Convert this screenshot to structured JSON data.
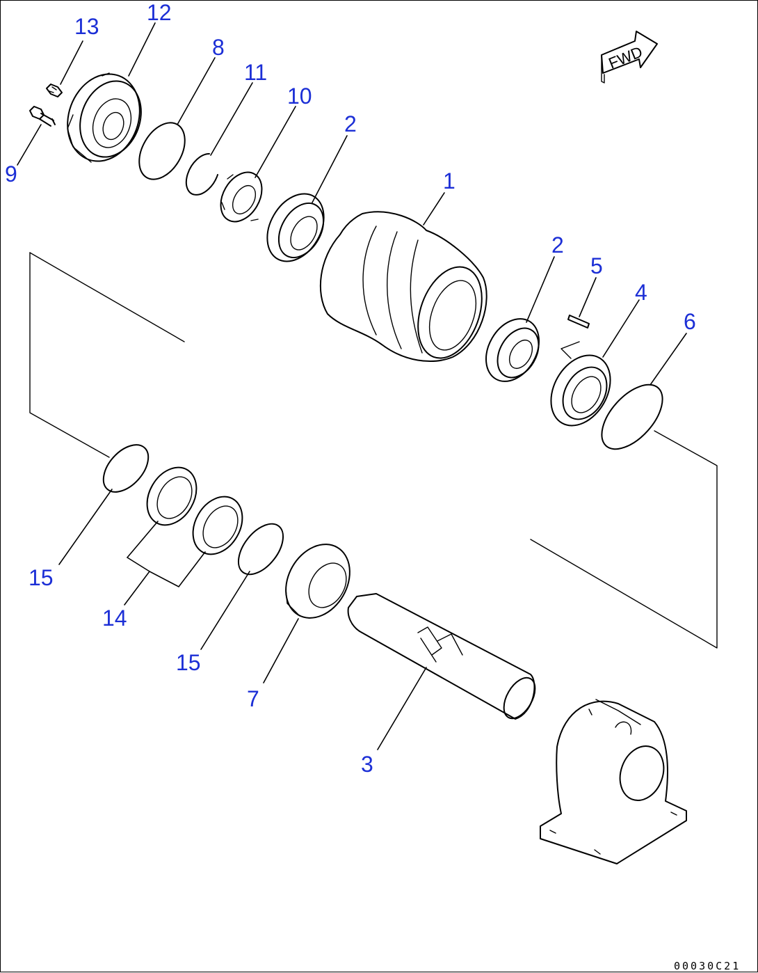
{
  "callouts": [
    {
      "id": "c13",
      "label": "13"
    },
    {
      "id": "c12",
      "label": "12"
    },
    {
      "id": "c8",
      "label": "8"
    },
    {
      "id": "c11",
      "label": "11"
    },
    {
      "id": "c10",
      "label": "10"
    },
    {
      "id": "c2a",
      "label": "2"
    },
    {
      "id": "c9",
      "label": "9"
    },
    {
      "id": "c1",
      "label": "1"
    },
    {
      "id": "c2b",
      "label": "2"
    },
    {
      "id": "c5",
      "label": "5"
    },
    {
      "id": "c4",
      "label": "4"
    },
    {
      "id": "c6",
      "label": "6"
    },
    {
      "id": "c15a",
      "label": "15"
    },
    {
      "id": "c14",
      "label": "14"
    },
    {
      "id": "c15b",
      "label": "15"
    },
    {
      "id": "c7",
      "label": "7"
    },
    {
      "id": "c3",
      "label": "3"
    }
  ],
  "direction_sign": "FWD",
  "drawing_code": "00030C21",
  "colors": {
    "callout": "#1c2fd6",
    "line": "#000000",
    "background": "#ffffff"
  }
}
